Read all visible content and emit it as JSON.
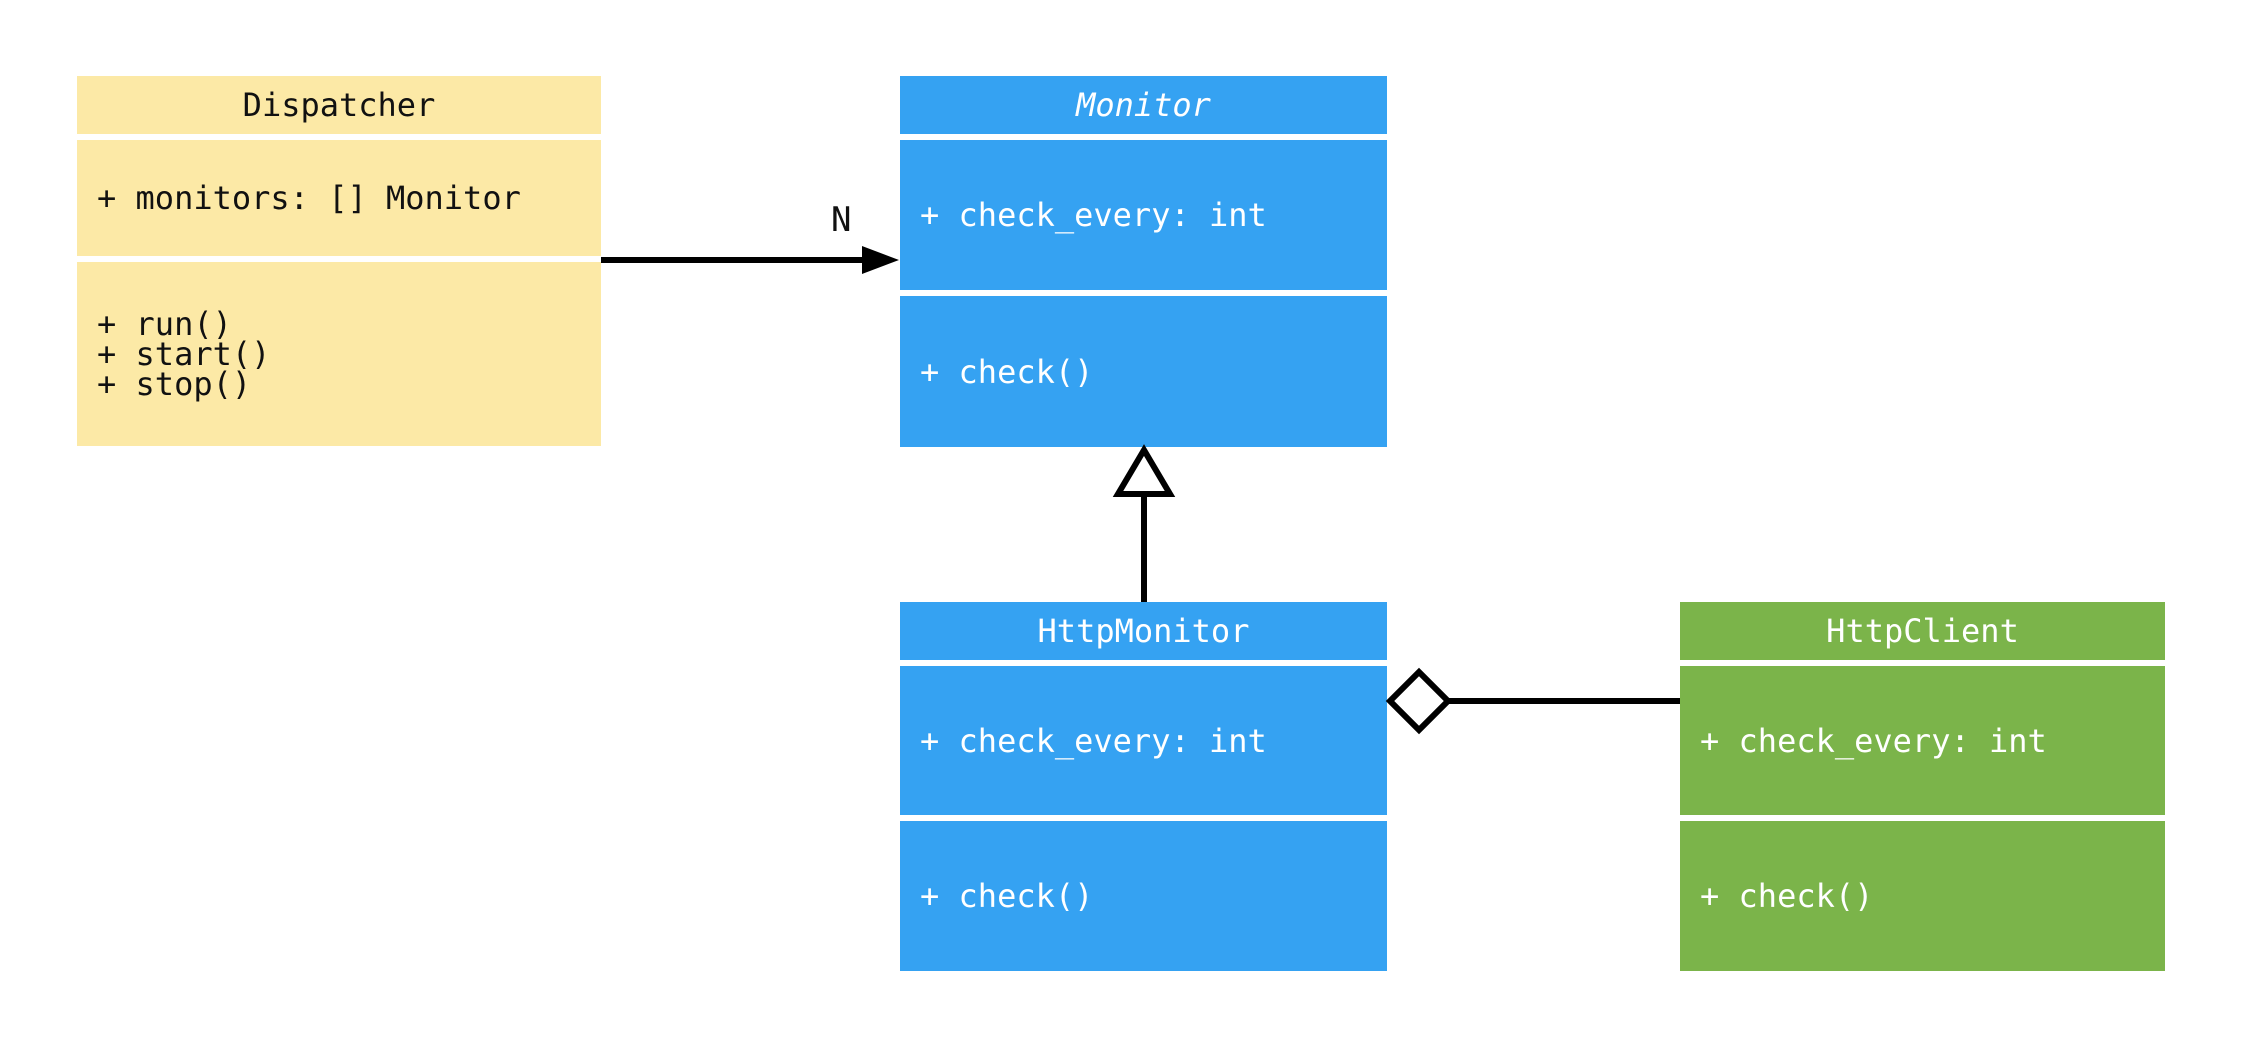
{
  "diagram": {
    "type": "uml-class-diagram",
    "background_color": "#ffffff",
    "connector_color": "#000000"
  },
  "classes": {
    "dispatcher": {
      "name": "Dispatcher",
      "fill": "#FCE9A6",
      "text_color": "#111111",
      "attributes": [
        "+ monitors: [] Monitor"
      ],
      "methods": [
        "+ run()",
        "+ start()",
        "+ stop()"
      ]
    },
    "monitor": {
      "name": "Monitor",
      "abstract": true,
      "fill": "#35A2F2",
      "text_color": "#ffffff",
      "attributes": [
        "+ check_every: int"
      ],
      "methods": [
        "+ check()"
      ]
    },
    "http_monitor": {
      "name": "HttpMonitor",
      "abstract": false,
      "fill": "#35A2F2",
      "text_color": "#ffffff",
      "attributes": [
        "+ check_every: int"
      ],
      "methods": [
        "+ check()"
      ]
    },
    "http_client": {
      "name": "HttpClient",
      "abstract": false,
      "fill": "#7BB44A",
      "text_color": "#ffffff",
      "attributes": [
        "+ check_every: int"
      ],
      "methods": [
        "+ check()"
      ]
    }
  },
  "relationships": {
    "association": {
      "type": "directed-association",
      "from": "Dispatcher",
      "to": "Monitor",
      "multiplicity_label": "N"
    },
    "generalization": {
      "type": "generalization",
      "from": "HttpMonitor",
      "to": "Monitor"
    },
    "aggregation": {
      "type": "aggregation",
      "from": "HttpMonitor",
      "to": "HttpClient"
    }
  }
}
